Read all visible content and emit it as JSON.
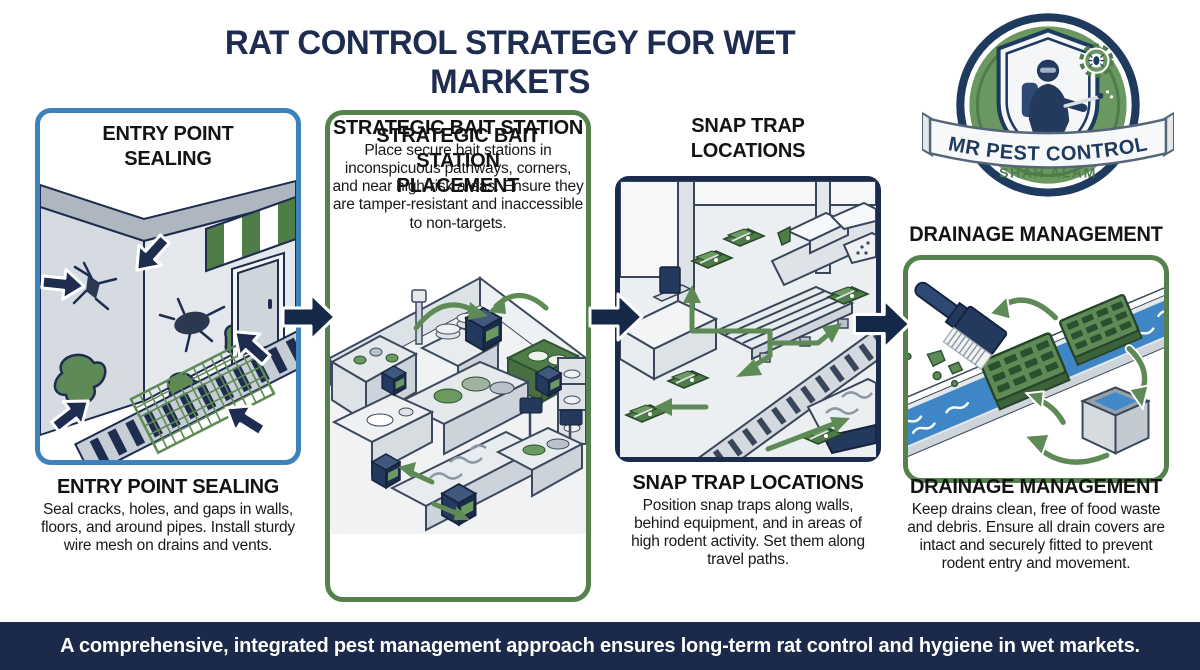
{
  "title": "RAT CONTROL STRATEGY FOR WET MARKETS",
  "logo": {
    "name": "MR PEST CONTROL",
    "location": "SHAH ALAM"
  },
  "colors": {
    "navy": "#1e2c4f",
    "blue_border": "#3d82ba",
    "green_border": "#54814c",
    "green_accent": "#5d8a55",
    "water_blue": "#3f86c6",
    "banner_bg": "#1b2a4a"
  },
  "panels": [
    {
      "header": "ENTRY POINT SEALING",
      "caption_title": "ENTRY POINT SEALING",
      "caption_body": "Seal cracks, holes, and gaps in walls, floors, and around pipes. Install sturdy wire mesh on drains and vents."
    },
    {
      "header": "STRATEGIC BAIT STATION PLACEMENT",
      "caption_title": "STRATEGIC BAIT STATION",
      "caption_body": "Place secure bait stations in inconspicuous pathways, corners, and near high-risk areas. Ensure they are tamper-resistant and inaccessible to non-targets."
    },
    {
      "header": "SNAP TRAP LOCATIONS",
      "caption_title": "SNAP TRAP LOCATIONS",
      "caption_body": "Position snap traps along walls, behind equipment, and in areas of high rodent activity. Set them along travel paths."
    },
    {
      "header": "DRAINAGE MANAGEMENT",
      "caption_title": "DRAINAGE MANAGEMENT",
      "caption_body": "Keep drains clean, free of food waste and debris. Ensure all drain covers are intact and securely fitted to prevent rodent entry and movement."
    }
  ],
  "footer": "A comprehensive, integrated pest management approach ensures long-term rat control and hygiene in wet markets."
}
